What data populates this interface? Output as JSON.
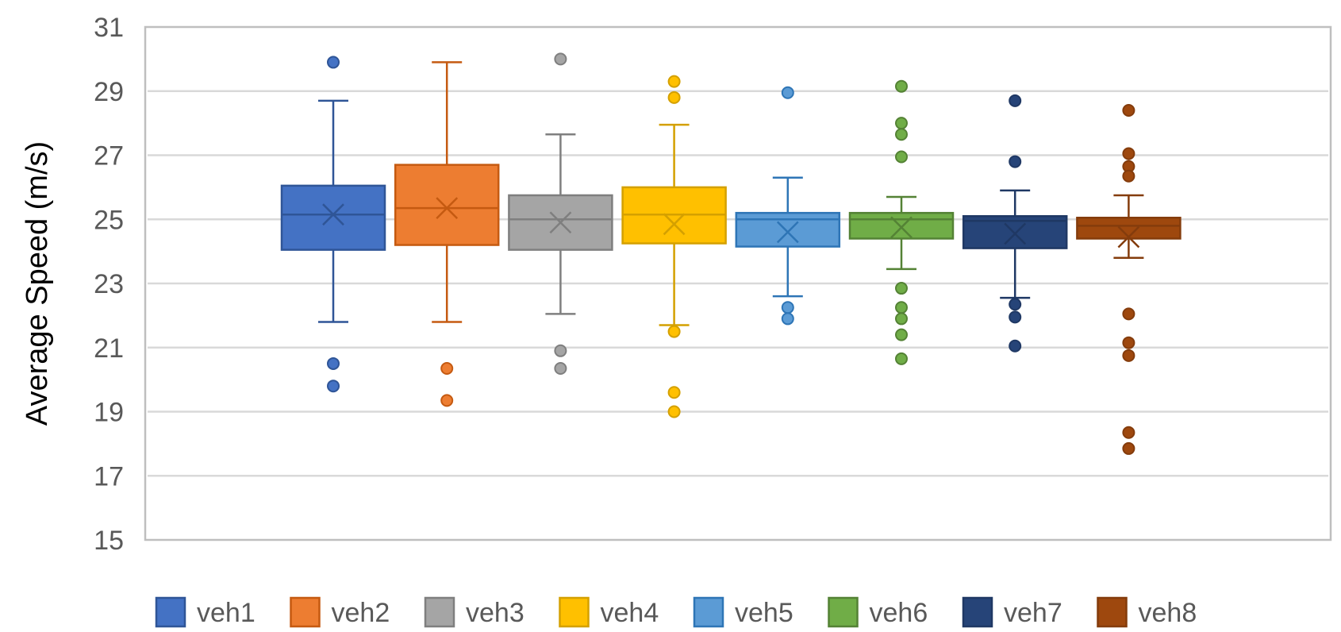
{
  "chart_data": {
    "type": "box",
    "title": "",
    "xlabel": "",
    "ylabel": "Average Speed (m/s)",
    "ylim": [
      15,
      31
    ],
    "yticks": [
      "15",
      "17",
      "19",
      "21",
      "23",
      "25",
      "27",
      "29",
      "31"
    ],
    "grid": true,
    "legend_position": "bottom",
    "series": [
      {
        "name": "veh1",
        "color": "#4472C4",
        "edge": "#2F5597",
        "min": 21.8,
        "q1": 24.05,
        "median": 25.15,
        "q3": 26.05,
        "max": 28.7,
        "mean": 25.15,
        "outliers": [
          29.9,
          20.5,
          19.8
        ]
      },
      {
        "name": "veh2",
        "color": "#ED7D31",
        "edge": "#C55A11",
        "min": 21.8,
        "q1": 24.2,
        "median": 25.35,
        "q3": 26.7,
        "max": 29.9,
        "mean": 25.35,
        "outliers": [
          20.35,
          19.35
        ]
      },
      {
        "name": "veh3",
        "color": "#A5A5A5",
        "edge": "#7F7F7F",
        "min": 22.05,
        "q1": 24.05,
        "median": 25.0,
        "q3": 25.75,
        "max": 27.65,
        "mean": 24.9,
        "outliers": [
          30.0,
          20.9,
          20.35
        ]
      },
      {
        "name": "veh4",
        "color": "#FFC000",
        "edge": "#D4A000",
        "min": 21.7,
        "q1": 24.25,
        "median": 25.15,
        "q3": 26.0,
        "max": 27.95,
        "mean": 24.85,
        "outliers": [
          29.3,
          28.8,
          21.5,
          19.6,
          19.0
        ]
      },
      {
        "name": "veh5",
        "color": "#5B9BD5",
        "edge": "#2E75B6",
        "min": 22.6,
        "q1": 24.15,
        "median": 25.0,
        "q3": 25.2,
        "max": 26.3,
        "mean": 24.6,
        "outliers": [
          28.95,
          22.25,
          21.9
        ]
      },
      {
        "name": "veh6",
        "color": "#70AD47",
        "edge": "#548235",
        "min": 23.45,
        "q1": 24.4,
        "median": 25.0,
        "q3": 25.2,
        "max": 25.7,
        "mean": 24.75,
        "outliers": [
          29.15,
          28.0,
          27.65,
          26.95,
          22.85,
          22.25,
          21.9,
          21.4,
          20.65
        ]
      },
      {
        "name": "veh7",
        "color": "#264478",
        "edge": "#1F3864",
        "min": 22.55,
        "q1": 24.1,
        "median": 24.95,
        "q3": 25.1,
        "max": 25.9,
        "mean": 24.55,
        "outliers": [
          28.7,
          26.8,
          22.35,
          21.95,
          21.05
        ]
      },
      {
        "name": "veh8",
        "color": "#9E480E",
        "edge": "#843C0C",
        "min": 23.8,
        "q1": 24.4,
        "median": 24.8,
        "q3": 25.05,
        "max": 25.75,
        "mean": 24.45,
        "outliers": [
          28.4,
          27.05,
          26.65,
          26.35,
          22.05,
          21.15,
          20.75,
          18.35,
          17.85
        ]
      }
    ]
  }
}
